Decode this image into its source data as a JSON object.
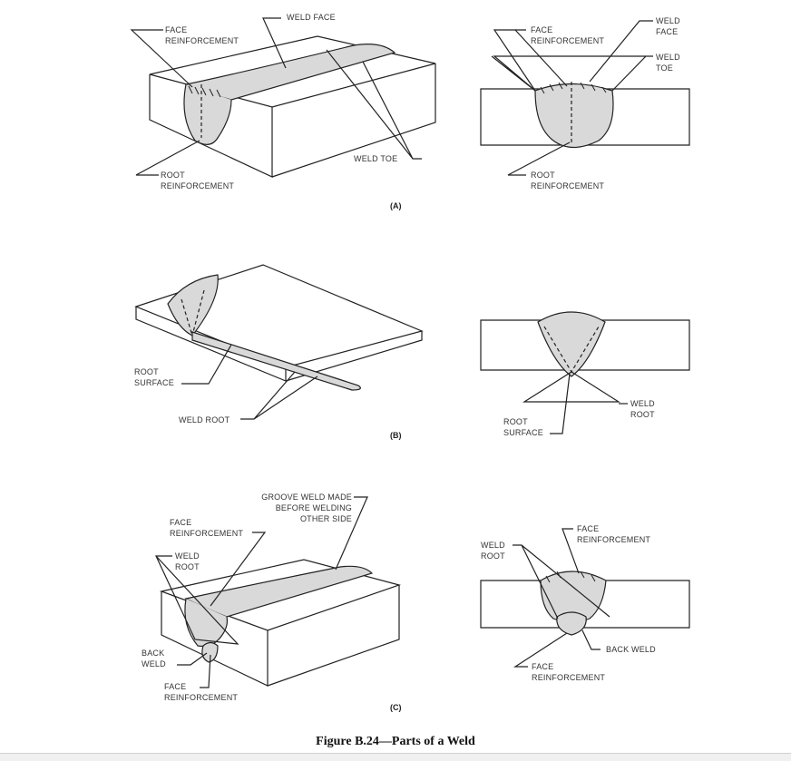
{
  "panel_a": {
    "tag": "(A)",
    "left": {
      "face_reinforcement": "FACE\nREINFORCEMENT",
      "weld_face": "WELD FACE",
      "weld_toe": "WELD TOE",
      "root_reinforcement": "ROOT\nREINFORCEMENT"
    },
    "right": {
      "face_reinforcement": "FACE\nREINFORCEMENT",
      "weld_face": "WELD\nFACE",
      "weld_toe": "WELD\nTOE",
      "root_reinforcement": "ROOT\nREINFORCEMENT"
    }
  },
  "panel_b": {
    "tag": "(B)",
    "left": {
      "root_surface": "ROOT\nSURFACE",
      "weld_root": "WELD ROOT"
    },
    "right": {
      "weld_root": "WELD\nROOT",
      "root_surface": "ROOT\nSURFACE"
    }
  },
  "panel_c": {
    "tag": "(C)",
    "left": {
      "groove_weld": "GROOVE WELD MADE\nBEFORE WELDING\nOTHER SIDE",
      "face_reinforcement_top": "FACE\nREINFORCEMENT",
      "weld_root": "WELD\nROOT",
      "back_weld": "BACK\nWELD",
      "face_reinforcement_bottom": "FACE\nREINFORCEMENT"
    },
    "right": {
      "weld_root": "WELD\nROOT",
      "face_reinforcement_top": "FACE\nREINFORCEMENT",
      "back_weld": "BACK WELD",
      "face_reinforcement_bottom": "FACE\nREINFORCEMENT"
    }
  },
  "caption": "Figure B.24—Parts of a Weld"
}
